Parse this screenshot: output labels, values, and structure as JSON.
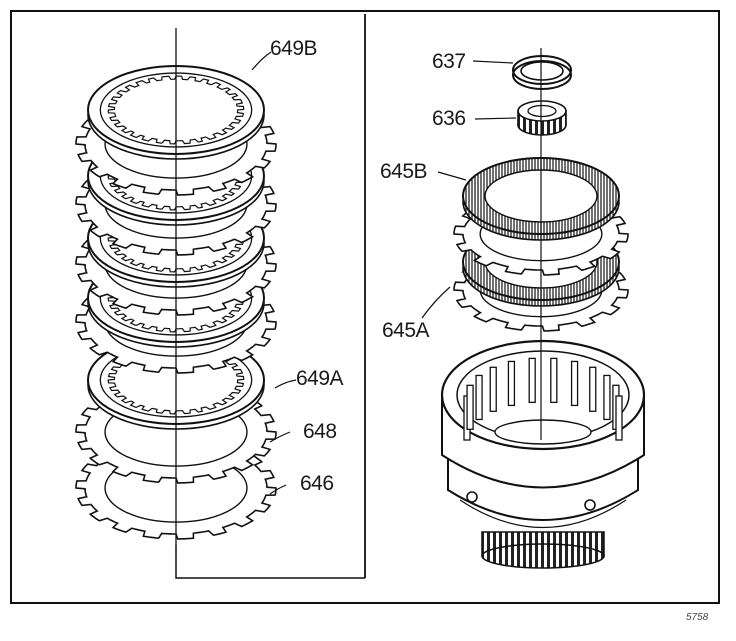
{
  "diagram": {
    "parts": [
      {
        "id": "649B",
        "label": "649B"
      },
      {
        "id": "649A",
        "label": "649A"
      },
      {
        "id": "648",
        "label": "648"
      },
      {
        "id": "646",
        "label": "646"
      },
      {
        "id": "637",
        "label": "637"
      },
      {
        "id": "636",
        "label": "636"
      },
      {
        "id": "645B",
        "label": "645B"
      },
      {
        "id": "645A",
        "label": "645A"
      }
    ],
    "figure_number": "5758"
  },
  "colors": {
    "line": "#111111",
    "paper": "#ffffff",
    "shade": "#555555"
  }
}
